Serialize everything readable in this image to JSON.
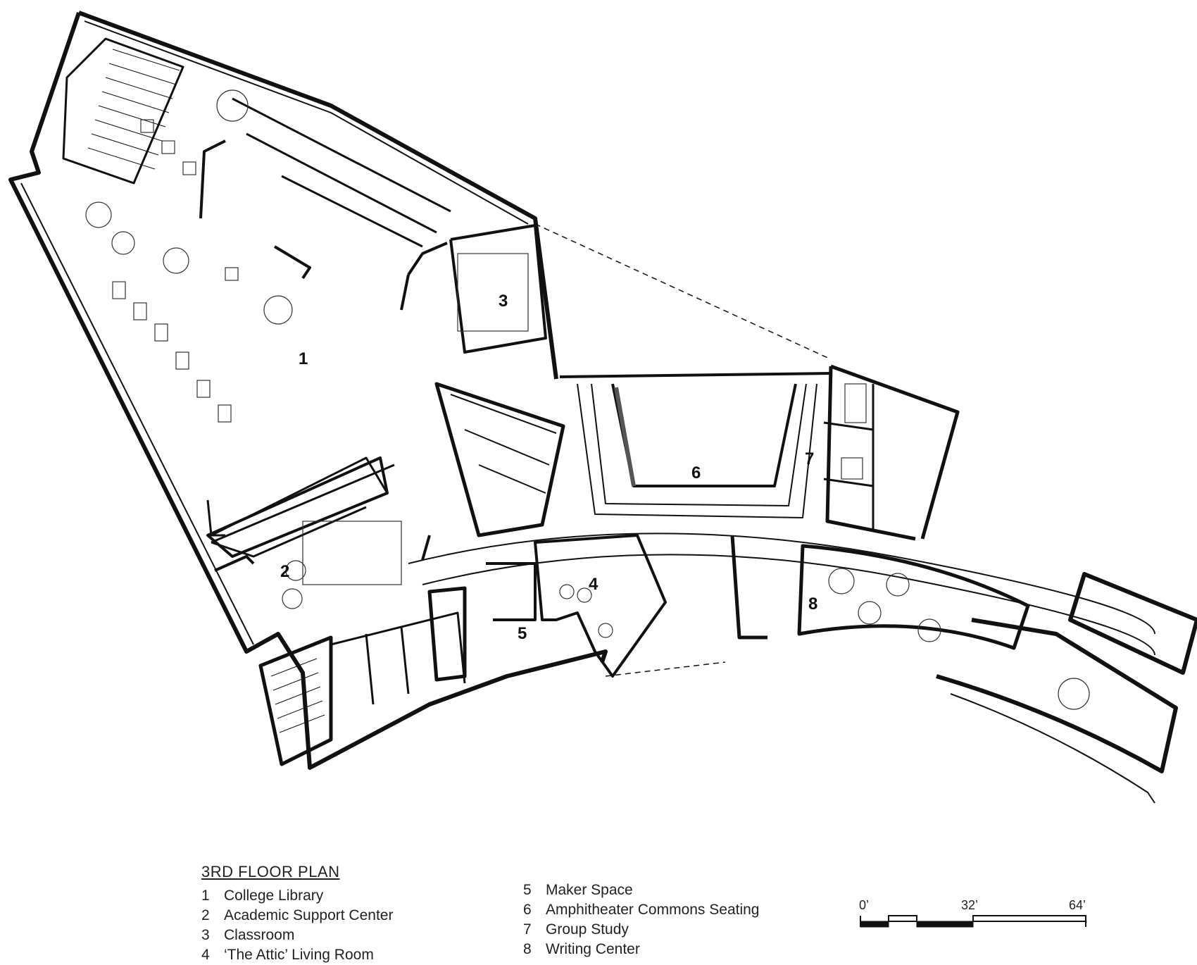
{
  "title": "3RD FLOOR PLAN",
  "legend": [
    {
      "num": "1",
      "label": "College Library"
    },
    {
      "num": "2",
      "label": "Academic Support Center"
    },
    {
      "num": "3",
      "label": "Classroom"
    },
    {
      "num": "4",
      "label": "‘The Attic’ Living Room"
    },
    {
      "num": "5",
      "label": "Maker Space"
    },
    {
      "num": "6",
      "label": "Amphitheater Commons Seating"
    },
    {
      "num": "7",
      "label": "Group Study"
    },
    {
      "num": "8",
      "label": "Writing Center"
    }
  ],
  "scale": {
    "labels": [
      "0’",
      "32’",
      "64’"
    ]
  },
  "room_labels": [
    "1",
    "2",
    "3",
    "4",
    "5",
    "6",
    "7",
    "8"
  ]
}
